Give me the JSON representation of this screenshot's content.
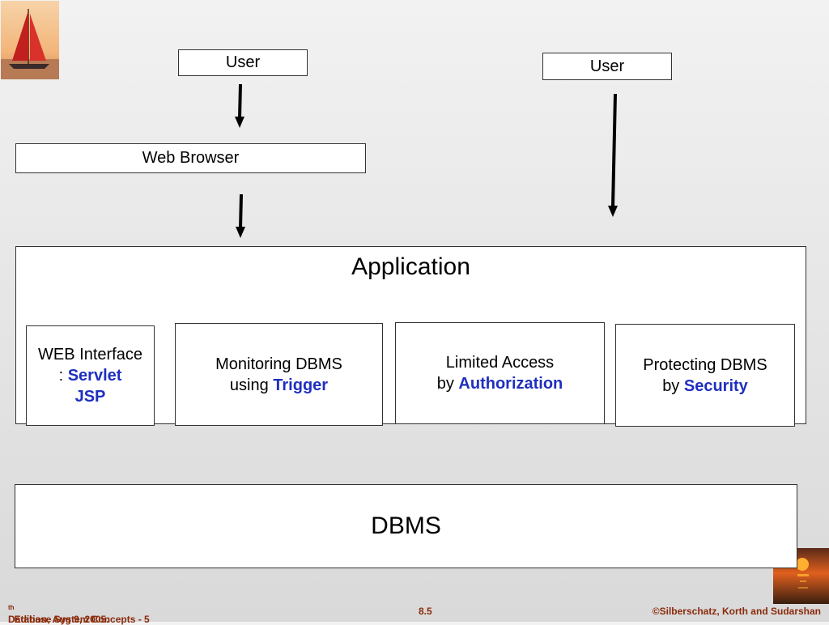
{
  "user_left": "User",
  "user_right": "User",
  "web_browser": "Web Browser",
  "application": "Application",
  "components": [
    {
      "line1": "WEB Interface",
      "line2_prefix": ": ",
      "line2_hl": "Servlet",
      "line3_hl": "JSP"
    },
    {
      "line1": "Monitoring DBMS",
      "line2_prefix": "using ",
      "line2_hl": "Trigger"
    },
    {
      "line1": "Limited Access",
      "line2_prefix": "by ",
      "line2_hl": "Authorization"
    },
    {
      "line1": "Protecting DBMS",
      "line2_prefix": "by ",
      "line2_hl": "Security"
    }
  ],
  "dbms": "DBMS",
  "footer": {
    "left_pre": "Database System Concepts - 5",
    "left_sup": "th",
    "left_post": " Edition,  Aug 9, 2005.",
    "center": "8.5",
    "right": "©Silberschatz, Korth and Sudarshan"
  },
  "colors": {
    "highlight": "#1f2fbf",
    "footer_text": "#8a2a0a"
  },
  "icons": [
    "sailboat-logo-icon",
    "sunset-logo-icon"
  ]
}
